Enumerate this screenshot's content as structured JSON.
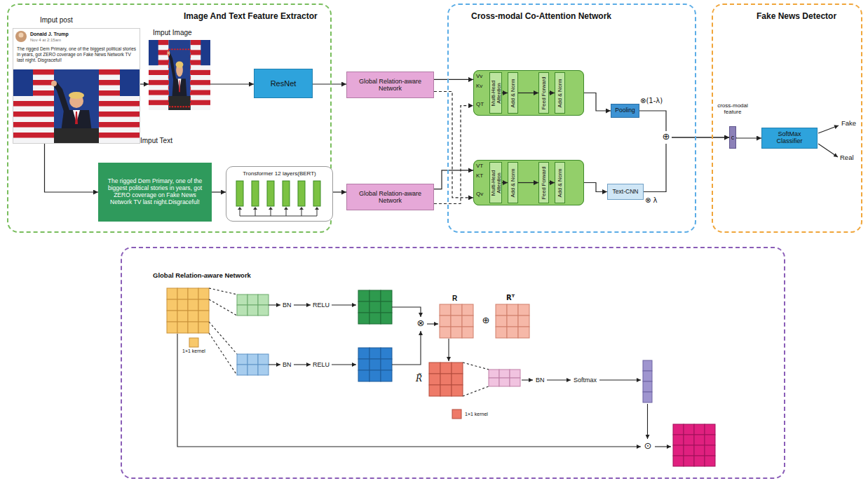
{
  "diagram": {
    "nodes": [
      {
        "text": [
          "Image And Text Feature Extractor"
        ]
      },
      {
        "text": [
          "Imput post",
          "Donald J. Trump",
          "Nov 4 at 2:15am",
          "The rigged Dem Primary, one of the biggest political stories in years, got ZERO coverage on Fake News Network TV last night. Disgraceful!"
        ],
        "in": 0
      },
      {
        "text": [
          "Imput Image"
        ],
        "in": 0
      },
      {
        "text": [
          "ResNet"
        ],
        "in": 0
      },
      {
        "text": [
          "Global Relation-aware Network"
        ],
        "in": 0
      },
      {
        "text": [
          "Imput Text",
          "The rigged Dem Primary, one of the biggest political stories in years, got ZERO coverage on Fake News Network TV last night.Disgraceful!"
        ],
        "in": 0
      },
      {
        "text": [
          "Tronsformer 12 layers(BERT)"
        ],
        "in": 0
      },
      {
        "text": [
          "Global Relation-aware Network"
        ],
        "in": 0
      },
      {
        "text": [
          "Cross-modal Co-Attention Network"
        ]
      },
      {
        "text": [
          "Vv",
          "Kv",
          "QT"
        ],
        "in": 8
      },
      {
        "text": [
          "Multi-Head Attention"
        ],
        "in": 9
      },
      {
        "text": [
          "Add & Norm"
        ],
        "in": 9
      },
      {
        "text": [
          "Feed Forward"
        ],
        "in": 9
      },
      {
        "text": [
          "Add & Norm"
        ],
        "in": 9
      },
      {
        "text": [
          "Pooling"
        ],
        "in": 8
      },
      {
        "text": [
          "VT",
          "KT",
          "Qv"
        ],
        "in": 8
      },
      {
        "text": [
          "Multi-Head Attention"
        ],
        "in": 15
      },
      {
        "text": [
          "Add & Norm"
        ],
        "in": 15
      },
      {
        "text": [
          "Feed Forward"
        ],
        "in": 15
      },
      {
        "text": [
          "Add & Norm"
        ],
        "in": 15
      },
      {
        "text": [
          "Text-CNN"
        ],
        "in": 8
      },
      {
        "text": [
          "Fake News Detector"
        ]
      },
      {
        "text": [
          "cross-modal feature",
          "c"
        ],
        "in": 21
      },
      {
        "text": [
          "SoftMax Classifier"
        ],
        "in": 21
      },
      {
        "text": [
          "Global Relation-aware Network"
        ]
      }
    ],
    "edges": [
      {
        "from": 1,
        "to": 2,
        "arrow": "to"
      },
      {
        "from": 2,
        "to": 3,
        "arrow": "to"
      },
      {
        "from": 3,
        "to": 4,
        "arrow": "to"
      },
      {
        "from": 1,
        "to": 5,
        "arrow": "to"
      },
      {
        "from": 5,
        "to": 6,
        "arrow": "to"
      },
      {
        "from": 6,
        "to": 7,
        "arrow": "to"
      },
      {
        "from": 4,
        "to": 9,
        "arrow": "to"
      },
      {
        "from": 4,
        "to": 15,
        "arrow": "to"
      },
      {
        "from": 7,
        "to": 15,
        "arrow": "to"
      },
      {
        "from": 7,
        "to": 9,
        "arrow": "to"
      },
      {
        "from": 10,
        "to": 11,
        "arrow": "to"
      },
      {
        "from": 11,
        "to": 12,
        "arrow": "to"
      },
      {
        "from": 12,
        "to": 13,
        "arrow": "to"
      },
      {
        "from": 16,
        "to": 17,
        "arrow": "to"
      },
      {
        "from": 17,
        "to": 18,
        "arrow": "to"
      },
      {
        "from": 18,
        "to": 19,
        "arrow": "to"
      },
      {
        "from": 9,
        "to": 14,
        "arrow": "to"
      },
      {
        "from": 15,
        "to": 20,
        "arrow": "to"
      },
      {
        "from": 14,
        "to": 22,
        "arrow": "to"
      },
      {
        "from": 20,
        "to": 22,
        "arrow": "to"
      },
      {
        "from": 22,
        "to": 23,
        "arrow": "to"
      }
    ],
    "labels": [
      "Fake",
      "Real",
      "⊗(1-λ)",
      "⊗ λ",
      "⊕",
      "BN",
      "RELU",
      "BN",
      "RELU",
      "1×1 kernel",
      "⊗",
      "R",
      "⊕",
      "Rᵀ",
      "R̃",
      "1×1 kernel",
      "BN",
      "Softmax",
      "⊙"
    ]
  }
}
